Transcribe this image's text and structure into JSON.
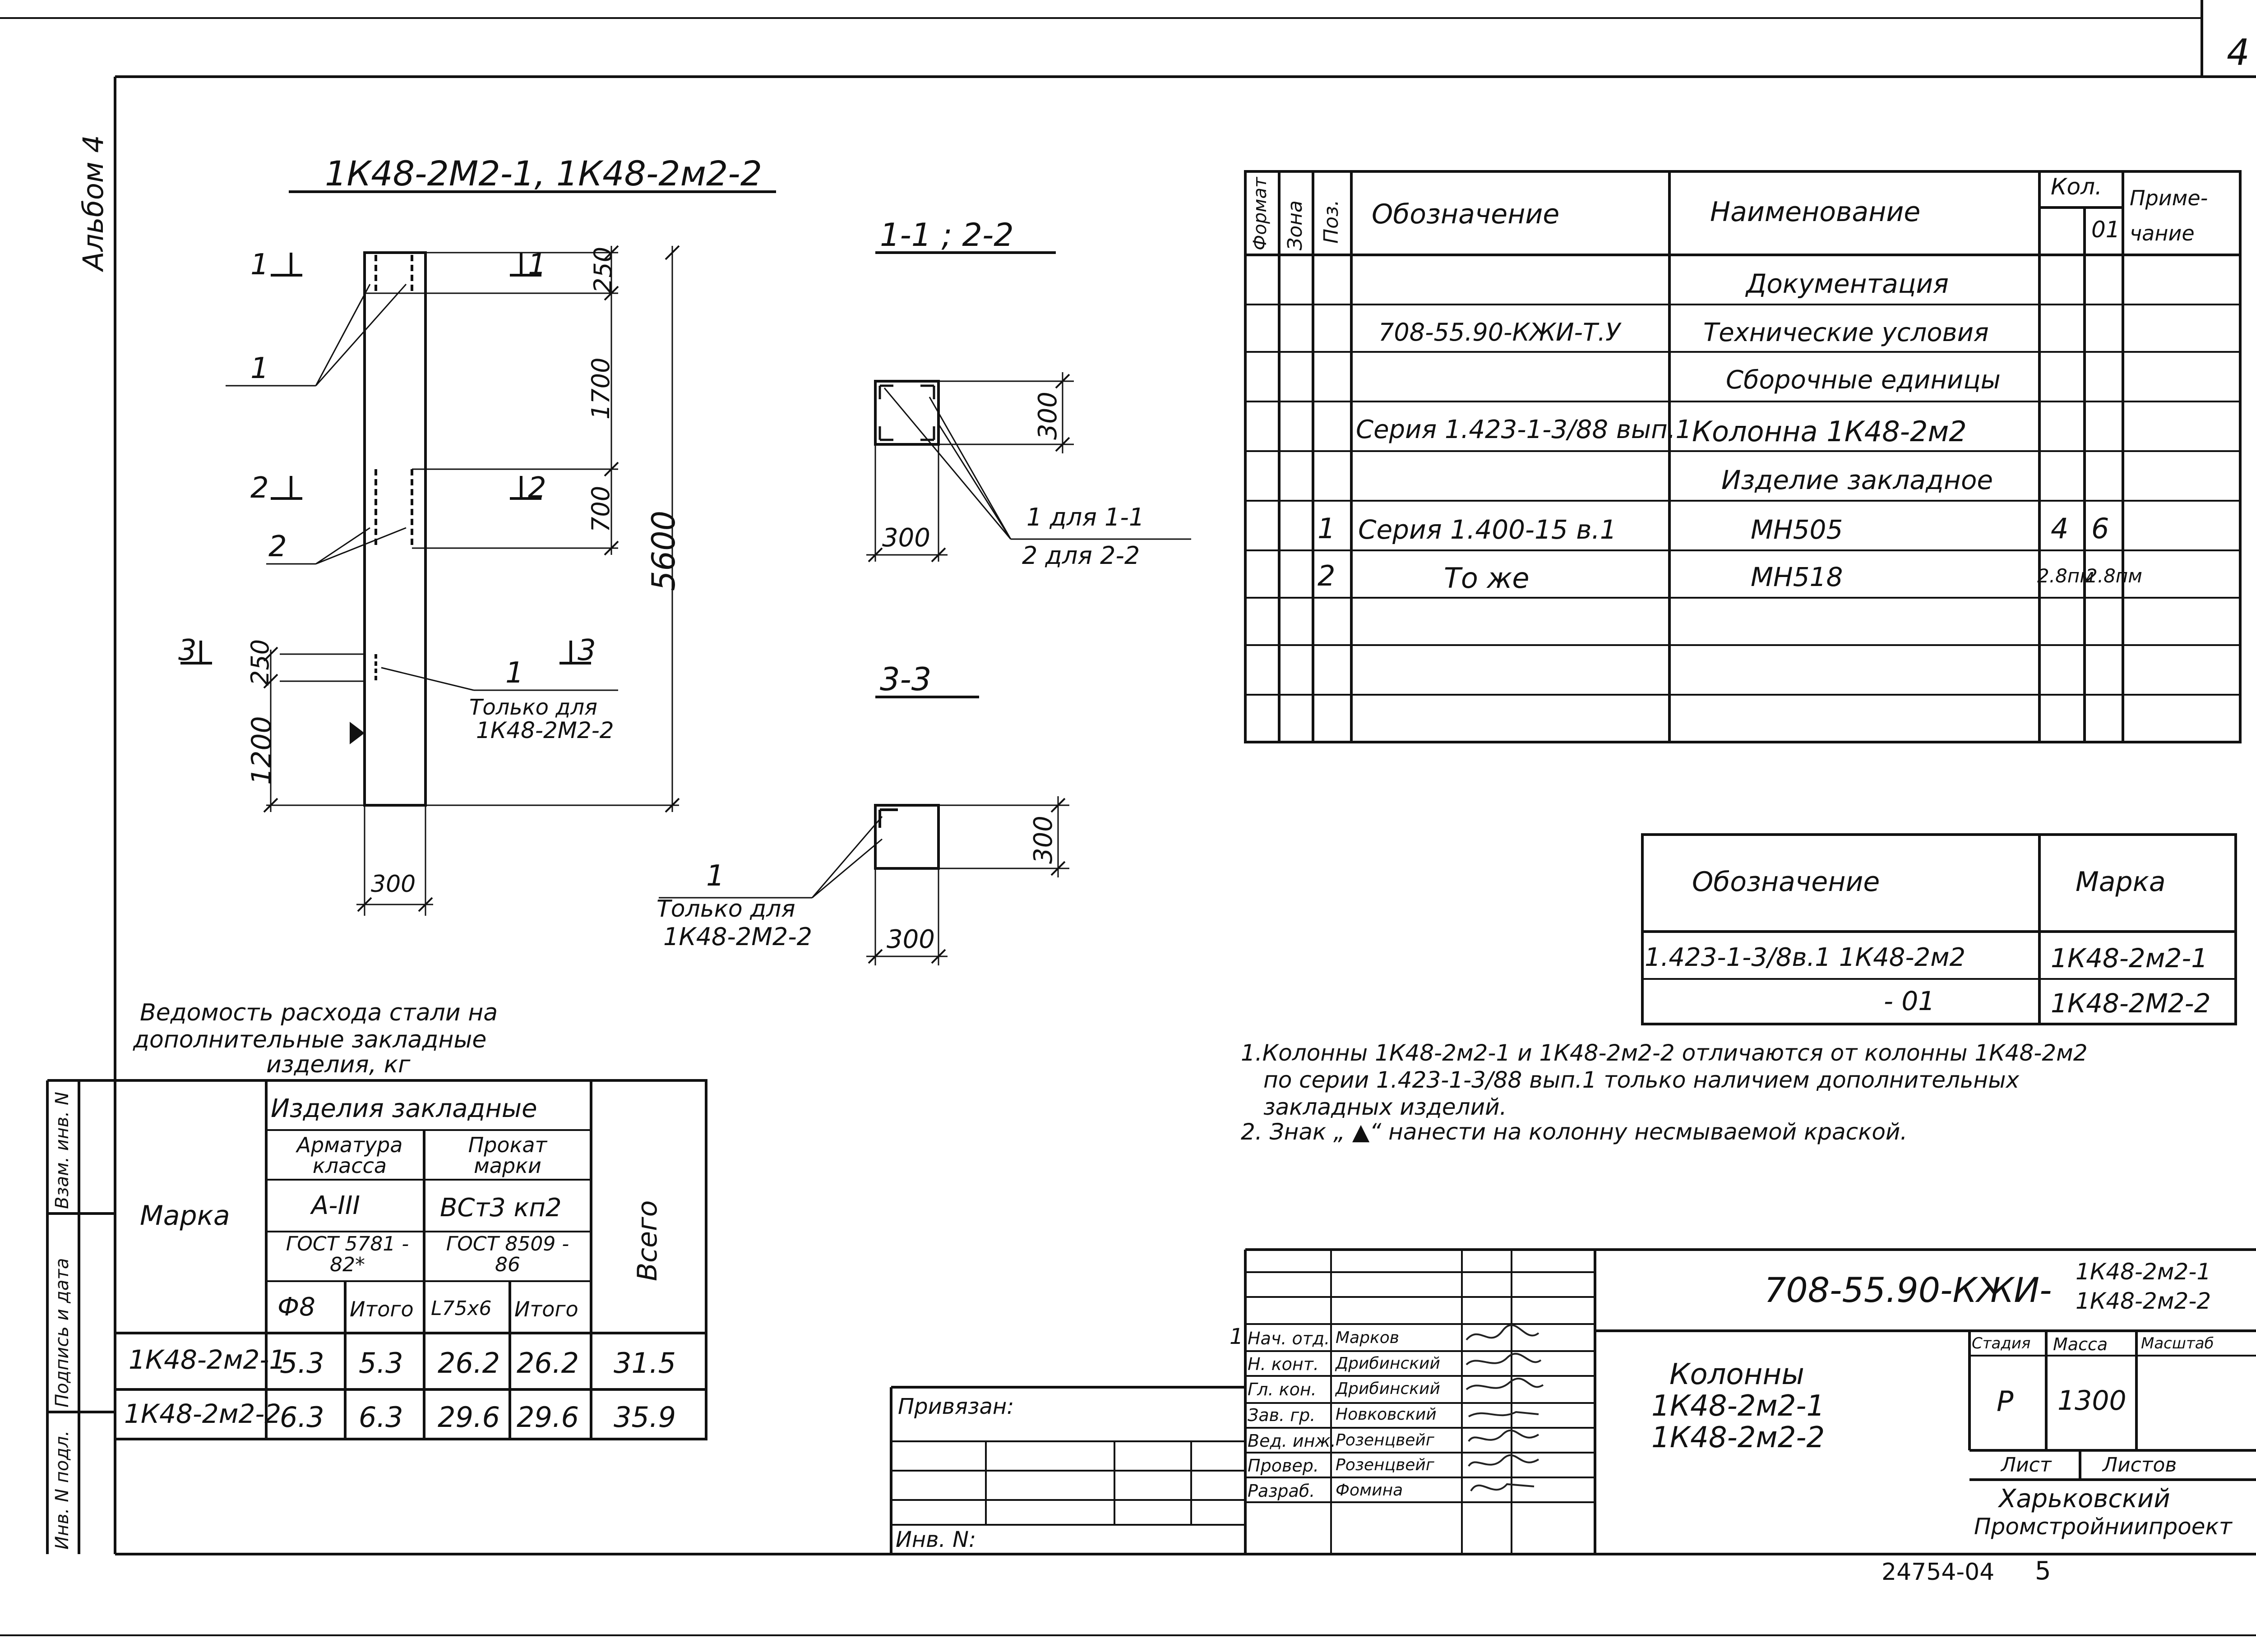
{
  "sheet_number": "4",
  "album_label": "Альбом 4",
  "drawing": {
    "main_title": "1К48-2М2-1, 1К48-2м2-2",
    "dims": {
      "d250_top": "250",
      "d1700": "1700",
      "d700": "700",
      "d5600": "5600",
      "d250_mid": "250",
      "d1200": "1200",
      "d300_bottom": "300"
    },
    "cut_marks": {
      "c1_left": "1",
      "c1_right": "1",
      "c2_left": "2",
      "c2_right": "2",
      "c3_left": "3",
      "c3_right": "3"
    },
    "leaders": {
      "leader1": "1",
      "leader2": "2",
      "leader3": "1",
      "only_for": "Только для",
      "only_for_mark": "1К48-2М2-2"
    },
    "section_11_title": "1-1 ; 2-2",
    "section_11_dims": {
      "w": "300",
      "h": "300"
    },
    "section_11_notes": {
      "line1": "1 для 1-1",
      "line2": "2 для 2-2"
    },
    "section_33_title": "3-3",
    "section_33_dims": {
      "w": "300",
      "h": "300"
    },
    "section_33_leader": {
      "num": "1",
      "only_for": "Только для",
      "mark": "1К48-2М2-2"
    }
  },
  "spec_table": {
    "headers": {
      "format": "Формат",
      "zone": "Зона",
      "pos": "Поз.",
      "designation": "Обозначение",
      "name": "Наименование",
      "qty": "Кол.",
      "qty_sub": "01",
      "note": "Приме-чание"
    },
    "rows": [
      {
        "pos": "",
        "designation": "",
        "name": "Документация",
        "q1": "",
        "q2": ""
      },
      {
        "pos": "",
        "designation": "708-55.90-КЖИ-Т.У",
        "name": "Технические условия",
        "q1": "",
        "q2": ""
      },
      {
        "pos": "",
        "designation": "",
        "name": "Сборочные единицы",
        "q1": "",
        "q2": ""
      },
      {
        "pos": "",
        "designation": "Серия 1.423-1-3/88 вып.1",
        "name": "Колонна 1К48-2м2",
        "q1": "",
        "q2": ""
      },
      {
        "pos": "",
        "designation": "",
        "name": "Изделие закладное",
        "q1": "",
        "q2": ""
      },
      {
        "pos": "1",
        "designation": "Серия 1.400-15 в.1",
        "name": "МН505",
        "q1": "4",
        "q2": "6"
      },
      {
        "pos": "2",
        "designation": "То же",
        "name": "МН518",
        "q1": "2.8пм",
        "q2": "2.8пм"
      }
    ]
  },
  "marks_table": {
    "header_designation": "Обозначение",
    "header_mark": "Марка",
    "rows": [
      {
        "designation": "1.423-1-3/8в.1 1К48-2м2",
        "mark": "1К48-2м2-1"
      },
      {
        "designation": "- 01",
        "mark": "1К48-2М2-2"
      }
    ]
  },
  "notes": {
    "n1_l1": "1.Колонны 1К48-2м2-1 и 1К48-2м2-2 отличаются от колонны 1К48-2м2",
    "n1_l2": "по серии 1.423-1-3/88 вып.1 только наличием дополнительных",
    "n1_l3": "закладных изделий.",
    "n2": "2. Знак „ ▲“ нанести на колонну несмываемой краской."
  },
  "steel_table": {
    "title_l1": "Ведомость расхода стали на",
    "title_l2": "дополнительные закладные",
    "title_l3": "изделия, кг",
    "col_mark": "Марка",
    "group_embedded": "Изделия закладные",
    "group_rebar": "Арматура класса",
    "group_profile": "Прокат марки",
    "rebar_class": "А-III",
    "profile_grade": "ВСт3 кп2",
    "rebar_gost": "ГОСТ 5781 - 82*",
    "profile_gost": "ГОСТ 8509 - 86",
    "sub_phi8": "Ф8",
    "sub_total1": "Итого",
    "sub_l75": "L75x6",
    "sub_total2": "Итого",
    "col_total": "Всего",
    "rows": [
      {
        "mark": "1К48-2м2-1",
        "a": "5.3",
        "b": "5.3",
        "c": "26.2",
        "d": "26.2",
        "e": "31.5"
      },
      {
        "mark": "1К48-2м2-2",
        "a": "6.3",
        "b": "6.3",
        "c": "29.6",
        "d": "29.6",
        "e": "35.9"
      }
    ]
  },
  "side_stamp": {
    "inv_podl": "Инв. N подл.",
    "sign_date": "Подпись и дата",
    "vzam_inv": "Взам. инв. N"
  },
  "privyazan": {
    "label": "Привязан:",
    "inv": "Инв. N:"
  },
  "title_block": {
    "code": "708-55.90-КЖИ-",
    "code_mark1": "1К48-2м2-1",
    "code_mark2": "1К48-2м2-2",
    "rev_mark": "1",
    "roles": [
      "Нач. отд.",
      "Н. конт.",
      "Гл. кон.",
      "Зав. гр.",
      "Вед. инж.",
      "Провер.",
      "Разраб."
    ],
    "names": [
      "Марков",
      "Дрибинский",
      "Дрибинский",
      "Новковский",
      "Розенцвейг",
      "Розенцвейг",
      "Фомина"
    ],
    "object_l1": "Колонны",
    "object_l2": "1К48-2м2-1",
    "object_l3": "1К48-2м2-2",
    "stage_label": "Стадия",
    "mass_label": "Масса",
    "scale_label": "Масштаб",
    "stage_value": "Р",
    "mass_value": "1300",
    "sheet_label": "Лист",
    "sheets_label": "Листов",
    "org_l1": "Харьковский",
    "org_l2": "Промстройниипроект"
  },
  "archive_number": "24754-04",
  "archive_page": "5"
}
